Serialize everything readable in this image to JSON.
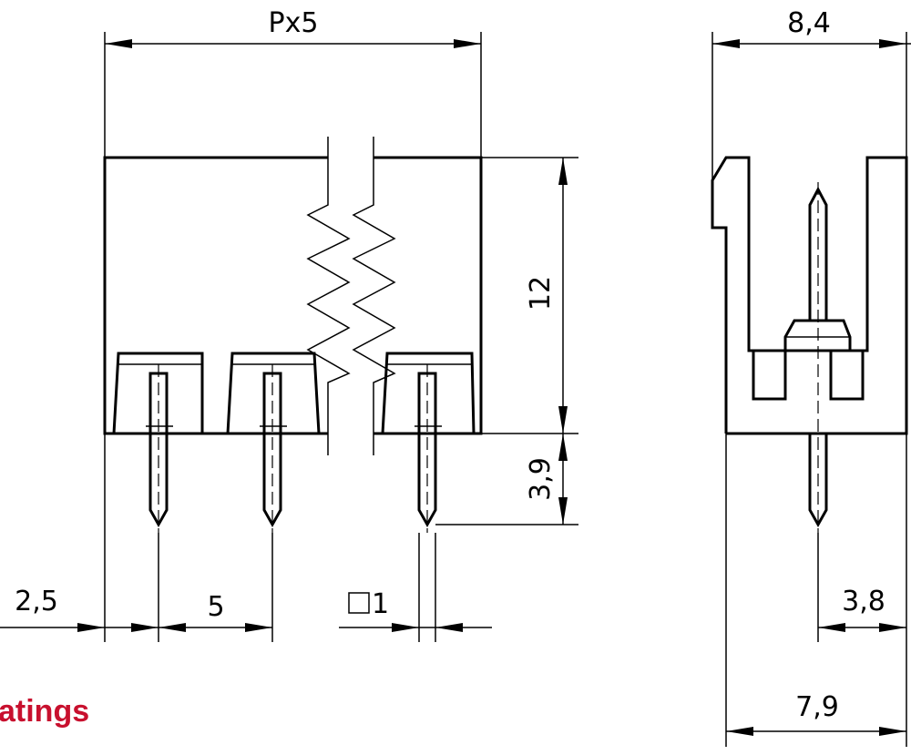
{
  "dimensions": {
    "total_width": "Px5",
    "side_width": "8,4",
    "height": "12",
    "pin_length": "3,9",
    "edge_offset": "2,5",
    "pitch": "5",
    "pin_square": "1",
    "pin_offset": "3,8",
    "base_width": "7,9"
  },
  "brand": {
    "text": "atings",
    "color": "#c8102e"
  }
}
